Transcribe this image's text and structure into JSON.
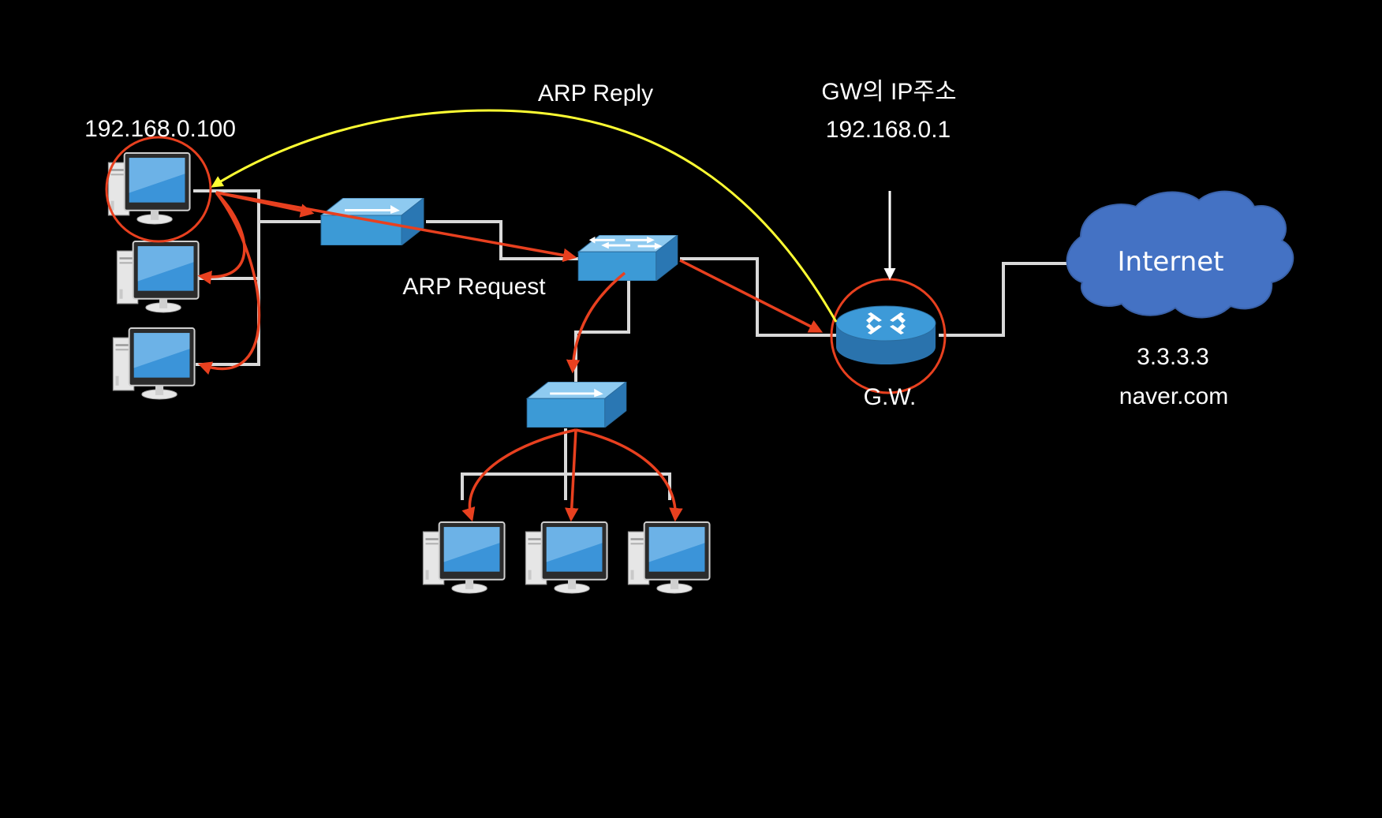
{
  "labels": {
    "host_ip": "192.168.0.100",
    "arp_reply": "ARP Reply",
    "arp_request": "ARP Request",
    "gw_ip_caption": "GW의 IP주소",
    "gw_ip": "192.168.0.1",
    "gw_name": "G.W.",
    "internet": "Internet",
    "internet_ip": "3.3.3.3",
    "internet_domain": "naver.com"
  },
  "colors": {
    "background": "#000000",
    "cable": "#d9d9d9",
    "request_arrow": "#e8401f",
    "reply_arrow": "#ffff33",
    "highlight_circle": "#e8401f",
    "device_blue": "#3b9bd5",
    "cloud": "#4472c4",
    "text": "#ffffff"
  },
  "devices": {
    "computers": [
      "computer-icon",
      "computer-icon",
      "computer-icon",
      "computer-icon",
      "computer-icon",
      "computer-icon"
    ],
    "switches": [
      "switch-icon",
      "switch-icon",
      "switch-icon"
    ],
    "router": "router-icon",
    "cloud": "cloud-icon"
  }
}
